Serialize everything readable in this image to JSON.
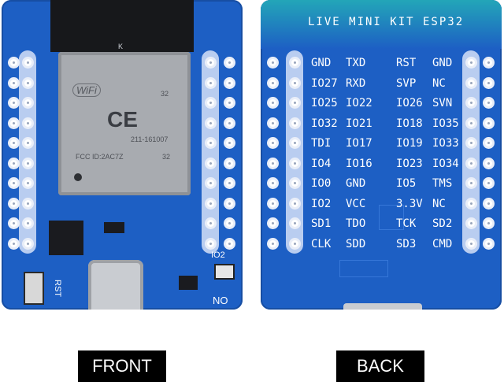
{
  "front": {
    "module_marks": {
      "wifi": "WiFi",
      "chip_suffix": "32",
      "ce": "CE",
      "cert": "211-161007",
      "fcc": "FCC ID:2AC7Z",
      "fcc_suffix": "32",
      "antenna_mark": "K"
    },
    "silkscreen": {
      "side_label": "RST",
      "led_label": "IO2",
      "bottom_label": "NO"
    }
  },
  "back": {
    "title": "LIVE MINI KIT ESP32",
    "pin_rows": [
      [
        "GND",
        "TXD",
        "RST",
        "GND"
      ],
      [
        "IO27",
        "RXD",
        "SVP",
        "NC"
      ],
      [
        "IO25",
        "IO22",
        "IO26",
        "SVN"
      ],
      [
        "IO32",
        "IO21",
        "IO18",
        "IO35"
      ],
      [
        "TDI",
        "IO17",
        "IO19",
        "IO33"
      ],
      [
        "IO4",
        "IO16",
        "IO23",
        "IO34"
      ],
      [
        "IO0",
        "GND",
        "IO5",
        "TMS"
      ],
      [
        "IO2",
        "VCC",
        "3.3V",
        "NC"
      ],
      [
        "SD1",
        "TDO",
        "TCK",
        "SD2"
      ],
      [
        "CLK",
        "SDD",
        "SD3",
        "CMD"
      ]
    ]
  },
  "captions": {
    "front": "FRONT",
    "back": "BACK"
  }
}
